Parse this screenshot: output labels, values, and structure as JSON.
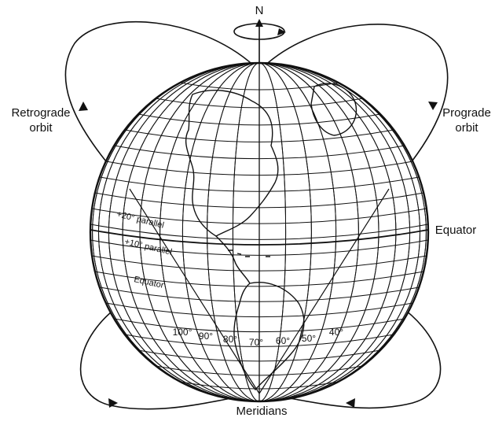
{
  "labels": {
    "north": "N",
    "retrograde_line1": "Retrograde",
    "retrograde_line2": "orbit",
    "prograde_line1": "Prograde",
    "prograde_line2": "orbit",
    "equator_right": "Equator",
    "meridians": "Meridians",
    "parallel_20": "+20° parallel",
    "parallel_10": "+10° parallel",
    "equator_left": "Equator"
  },
  "meridian_degrees": [
    "100°",
    "90°",
    "80°",
    "70°",
    "60°",
    "50°",
    "40°"
  ],
  "colors": {
    "ink": "#111111",
    "background": "#ffffff"
  }
}
